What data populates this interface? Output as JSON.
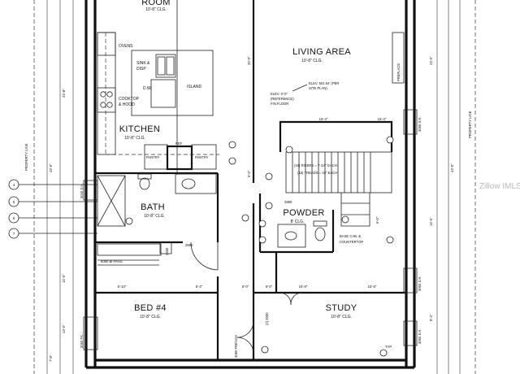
{
  "rooms": {
    "top_room": {
      "name": "ROOM",
      "clg": "10'-8\" CLG."
    },
    "living": {
      "name": "LIVING AREA",
      "clg": "10'-8\" CLG."
    },
    "kitchen": {
      "name": "KITCHEN",
      "clg": "10'-8\" CLG."
    },
    "bath": {
      "name": "BATH",
      "clg": "10'-8\" CLG."
    },
    "powder": {
      "name": "POWDER",
      "clg": "8' CLG."
    },
    "bed4": {
      "name": "BED #4",
      "clg": "10'-8\" CLG."
    },
    "study": {
      "name": "STUDY",
      "clg": "10'-8\" CLG."
    }
  },
  "fixtures": {
    "ovens": "OVENS",
    "sink": "SINK &",
    "disp": "DISP",
    "dw": "D.W.",
    "island": "ISLAND",
    "cooktop": "COOKTOP",
    "hood": "& HOOD",
    "pantry_left": "PANTRY",
    "ref": "REF",
    "pantry_right": "PANTRY",
    "fireplace": "FREPLACE",
    "base_cab": "BASE CAB. &",
    "countertop": "COUNTERTOP"
  },
  "notes": {
    "elev1": "ELEV. 501.64' (PER",
    "elev1b": "SITE PLAN)",
    "elev2": "ELEV. 0'-0\"",
    "elev2b": "(REFERENCE)",
    "elev2c": "FIN.FLOOR",
    "risers": "(16) RISERS = 7-1/4\" EACH",
    "treads": "(15) TREADS = 10\" EACH",
    "bypass": "6080 BI-PASS",
    "typ": "TYP.",
    "property_line_left": "PROPERTY LINE",
    "property_line_right": "PROPERTY LINE",
    "door_2880_bath": "2880",
    "door_2880_powder": "2880",
    "door_2480": "2480",
    "door_french": "3080 FRENCH",
    "door_study": "(2) 3080",
    "window_left": "3040 S.H.",
    "window_bed": "3060 FX.",
    "window_right1": "3060 S.H.",
    "window_right2": "3060 S.H.",
    "window_right3": "3060 S.H."
  },
  "dimensions": {
    "d_top1": "15'-4\"",
    "d_top2": "15'-4\"",
    "d_mid1": "6'-10\"",
    "d_mid2": "6'-4\"",
    "d_mid3": "6'-0\"",
    "d_mid4": "6'-0\"",
    "d_mid5": "15'-8\"",
    "d_mid6": "15'-8\"",
    "d_left1": "24'-8\"",
    "d_left2": "14'-0\"",
    "d_left3": "13'-0\"",
    "d_left4": "7'-8\"",
    "d_left5": "43'-0\"",
    "d_right1": "24'-0\"",
    "d_right2": "14'-0\"",
    "d_right3": "9'-4\"",
    "d_right4": "43'-0\"",
    "d_living_v": "20'-0\"",
    "d_powder": "5'-0\"",
    "d_stair": "6'-0\""
  },
  "grid_markers": [
    "4",
    "5",
    "6",
    "7"
  ],
  "watermark": "Zillow IMLS"
}
